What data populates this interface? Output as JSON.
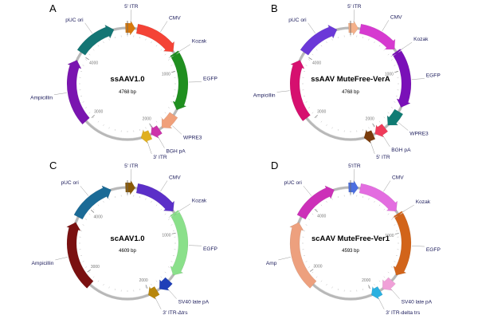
{
  "panels": [
    {
      "letter": "A",
      "name": "ssAAV1.0",
      "size": "4768 bp",
      "total_bp": 4768,
      "ticks": [
        {
          "bp": 1000,
          "label": "1000"
        },
        {
          "bp": 2000,
          "label": "2000"
        },
        {
          "bp": 3000,
          "label": "3000"
        },
        {
          "bp": 4000,
          "label": "4000"
        }
      ],
      "features": [
        {
          "label": "5' ITR",
          "color": "#d7790c",
          "start_deg": 358,
          "end_deg": 8
        },
        {
          "label": "CMV",
          "color": "#f44336",
          "start_deg": 10,
          "end_deg": 55
        },
        {
          "label": "Kozak",
          "color": "#1f8f1f",
          "start_deg": 57,
          "end_deg": 59
        },
        {
          "label": "EGFP",
          "color": "#1f8f1f",
          "start_deg": 59,
          "end_deg": 118
        },
        {
          "label": "WPRE3",
          "color": "#f0a07a",
          "start_deg": 124,
          "end_deg": 142
        },
        {
          "label": "BGH pA",
          "color": "#cc33aa",
          "start_deg": 145,
          "end_deg": 155
        },
        {
          "label": "3' ITR",
          "color": "#e0b020",
          "start_deg": 156,
          "end_deg": 166
        },
        {
          "label": "Ampicillin",
          "color": "#7a14b0",
          "start_deg": 228,
          "end_deg": 295
        },
        {
          "label": "pUC ori",
          "color": "#137574",
          "start_deg": 304,
          "end_deg": 346
        }
      ]
    },
    {
      "letter": "B",
      "name": "ssAAV MuteFree-VerA",
      "size": "4768 bp",
      "total_bp": 4768,
      "ticks": [
        {
          "bp": 1000,
          "label": "1000"
        },
        {
          "bp": 2000,
          "label": "2000"
        },
        {
          "bp": 3000,
          "label": "3000"
        },
        {
          "bp": 4000,
          "label": "4000"
        }
      ],
      "features": [
        {
          "label": "5' ITR",
          "color": "#f4b089",
          "start_deg": 358,
          "end_deg": 8
        },
        {
          "label": "CMV",
          "color": "#d63ad0",
          "start_deg": 10,
          "end_deg": 52
        },
        {
          "label": "Kozak",
          "color": "#7a10b8",
          "start_deg": 55,
          "end_deg": 57
        },
        {
          "label": "EGFP",
          "color": "#7a10b8",
          "start_deg": 57,
          "end_deg": 115
        },
        {
          "label": "WPRE3",
          "color": "#0f7b73",
          "start_deg": 120,
          "end_deg": 138
        },
        {
          "label": "BGH pA",
          "color": "#ef3b5a",
          "start_deg": 142,
          "end_deg": 154
        },
        {
          "label": "5' ITR",
          "color": "#7a3c0c",
          "start_deg": 156,
          "end_deg": 166
        },
        {
          "label": "Ampicillin",
          "color": "#d6106f",
          "start_deg": 232,
          "end_deg": 295
        },
        {
          "label": "pUC ori",
          "color": "#6b38d8",
          "start_deg": 304,
          "end_deg": 346
        }
      ]
    },
    {
      "letter": "C",
      "name": "scAAV1.0",
      "size": "4609 bp",
      "total_bp": 4609,
      "ticks": [
        {
          "bp": 1000,
          "label": "1000"
        },
        {
          "bp": 2000,
          "label": "2000"
        },
        {
          "bp": 3000,
          "label": "3000"
        },
        {
          "bp": 4000,
          "label": "4000"
        }
      ],
      "features": [
        {
          "label": "5' ITR",
          "color": "#8a5a06",
          "start_deg": 358,
          "end_deg": 8
        },
        {
          "label": "CMV",
          "color": "#5b2fc8",
          "start_deg": 10,
          "end_deg": 55
        },
        {
          "label": "Kozak",
          "color": "#8ae08a",
          "start_deg": 57,
          "end_deg": 59
        },
        {
          "label": "EGFP",
          "color": "#8ae08a",
          "start_deg": 59,
          "end_deg": 125
        },
        {
          "label": "SV40 late pA",
          "color": "#1f3fb8",
          "start_deg": 132,
          "end_deg": 145
        },
        {
          "label": "3' ITR-Δtrs",
          "color": "#b8860b",
          "start_deg": 148,
          "end_deg": 158
        },
        {
          "label": "Ampicillin",
          "color": "#7a1010",
          "start_deg": 222,
          "end_deg": 292
        },
        {
          "label": "pUC ori",
          "color": "#1a6a96",
          "start_deg": 298,
          "end_deg": 343
        }
      ]
    },
    {
      "letter": "D",
      "name": "scAAV MuteFree-Ver1",
      "size": "4593 bp",
      "total_bp": 4593,
      "ticks": [
        {
          "bp": 1000,
          "label": "1000"
        },
        {
          "bp": 2000,
          "label": "2000"
        },
        {
          "bp": 3000,
          "label": "3000"
        },
        {
          "bp": 4000,
          "label": "4000"
        }
      ],
      "features": [
        {
          "label": "5'ITR",
          "color": "#4a6ee0",
          "start_deg": 358,
          "end_deg": 8
        },
        {
          "label": "CMV",
          "color": "#e36de0",
          "start_deg": 10,
          "end_deg": 55
        },
        {
          "label": "Kozak",
          "color": "#d2641a",
          "start_deg": 58,
          "end_deg": 60
        },
        {
          "label": "EGFP",
          "color": "#d2641a",
          "start_deg": 60,
          "end_deg": 125
        },
        {
          "label": "SV40 late pA",
          "color": "#f0a0d8",
          "start_deg": 132,
          "end_deg": 145
        },
        {
          "label": "3' ITR-delta trs",
          "color": "#2ab0e0",
          "start_deg": 148,
          "end_deg": 158
        },
        {
          "label": "Amp",
          "color": "#eda07e",
          "start_deg": 222,
          "end_deg": 292
        },
        {
          "label": "pUC ori",
          "color": "#cc30b8",
          "start_deg": 298,
          "end_deg": 343
        }
      ]
    }
  ]
}
